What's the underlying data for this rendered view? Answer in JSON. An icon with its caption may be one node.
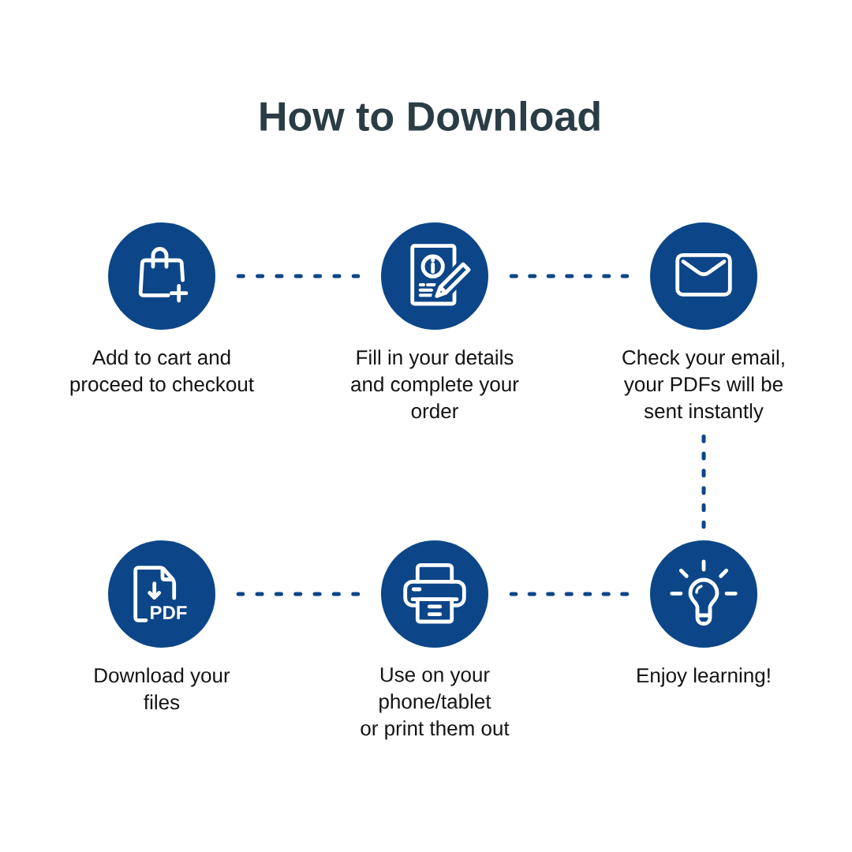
{
  "diagram": {
    "title": "How to Download",
    "nodes": [
      {
        "text": [],
        "shape": "circle",
        "beside": [
          "Add to cart and proceed to checkout"
        ]
      },
      {
        "text": [],
        "shape": "circle",
        "beside": [
          "Fill in your details and complete your order"
        ]
      },
      {
        "text": [],
        "shape": "circle",
        "beside": [
          "Check your email, your PDFs will be sent instantly"
        ]
      },
      {
        "text": [],
        "shape": "circle",
        "beside": [
          "Download your files"
        ]
      },
      {
        "text": [],
        "shape": "circle",
        "beside": [
          "Use on your phone/tablet or print them out"
        ]
      },
      {
        "text": [],
        "shape": "circle",
        "beside": [
          "Enjoy learning!"
        ]
      }
    ],
    "edges": [
      {
        "from": 0,
        "to": 1,
        "arrow": "none",
        "style": "dashed"
      },
      {
        "from": 1,
        "to": 2,
        "arrow": "none",
        "style": "dashed"
      },
      {
        "from": 2,
        "to": 5,
        "arrow": "none",
        "style": "dashed"
      },
      {
        "from": 5,
        "to": 4,
        "arrow": "none",
        "style": "dashed"
      },
      {
        "from": 4,
        "to": 3,
        "arrow": "none",
        "style": "dashed"
      }
    ],
    "labels": [
      "PDF"
    ]
  }
}
